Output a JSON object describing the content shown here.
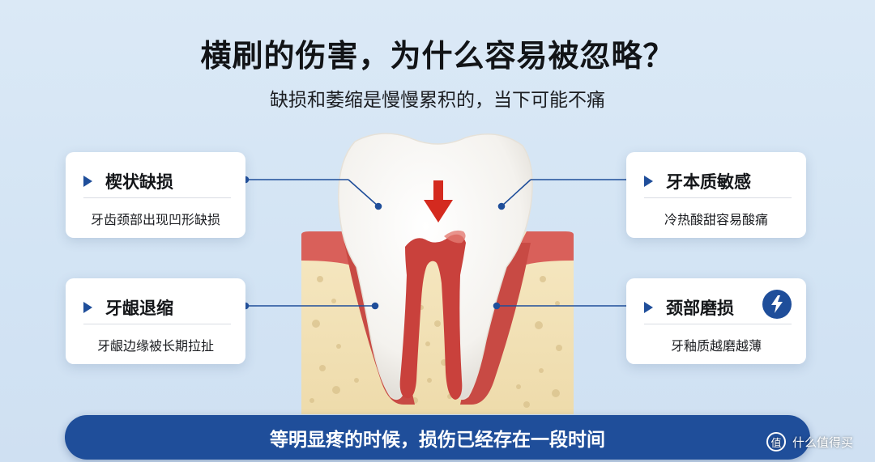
{
  "header": {
    "title": "横刷的伤害，为什么容易被忽略？",
    "subtitle": "缺损和萎缩是慢慢累积的，当下可能不痛"
  },
  "cards": [
    {
      "label": "楔状缺损",
      "desc": "牙齿颈部出现凹形缺损"
    },
    {
      "label": "牙本质敏感",
      "desc": "冷热酸甜容易酸痛"
    },
    {
      "label": "牙龈退缩",
      "desc": "牙龈边缘被长期拉扯"
    },
    {
      "label": "颈部磨损",
      "desc": "牙釉质越磨越薄",
      "icon": "lightning-icon"
    }
  ],
  "banner": {
    "text": "等明显疼的时候，损伤已经存在一段时间"
  },
  "watermark": {
    "text": "什么值得买",
    "icon": "zhi-logo-icon",
    "logo_text": "值"
  },
  "colors": {
    "accent": "#1f4e9a",
    "arrow_red": "#d42a1f",
    "gum": "#c84a44",
    "bone": "#f2e2b6",
    "background": "#d7e7f5"
  }
}
